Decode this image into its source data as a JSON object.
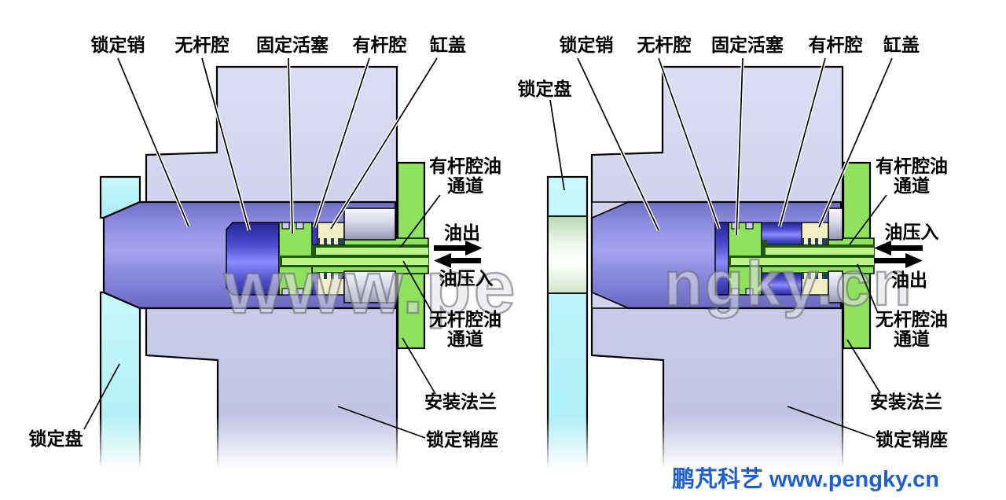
{
  "labels": {
    "top": [
      "锁定销",
      "无杆腔",
      "固定活塞",
      "有杆腔",
      "缸盖"
    ],
    "lock_disc": "锁定盘",
    "rod_oil_1": "有杆腔油",
    "rod_oil_2": "通道",
    "rodless_oil_1": "无杆腔油",
    "rodless_oil_2": "通道",
    "oil_out": "油出",
    "oil_in": "油压入",
    "flange": "安装法兰",
    "pin_seat": "锁定销座"
  },
  "watermark": {
    "left": "www.pe",
    "right": "ngky.cn",
    "footer": "鹏芃科艺 www.pengky.cn"
  },
  "colors": {
    "cyan_disc": "#b9f2f6",
    "lavender_seat": "#c6c6e6",
    "violet_pin": "#8c8ce0",
    "oil_blue": "#4646cc",
    "green": "#8ee25e",
    "channel_light": "#bdf488",
    "channel_dark": "#1e5a0c",
    "cream": "#f2efc4",
    "footer_blue": "#1f5fd2"
  }
}
